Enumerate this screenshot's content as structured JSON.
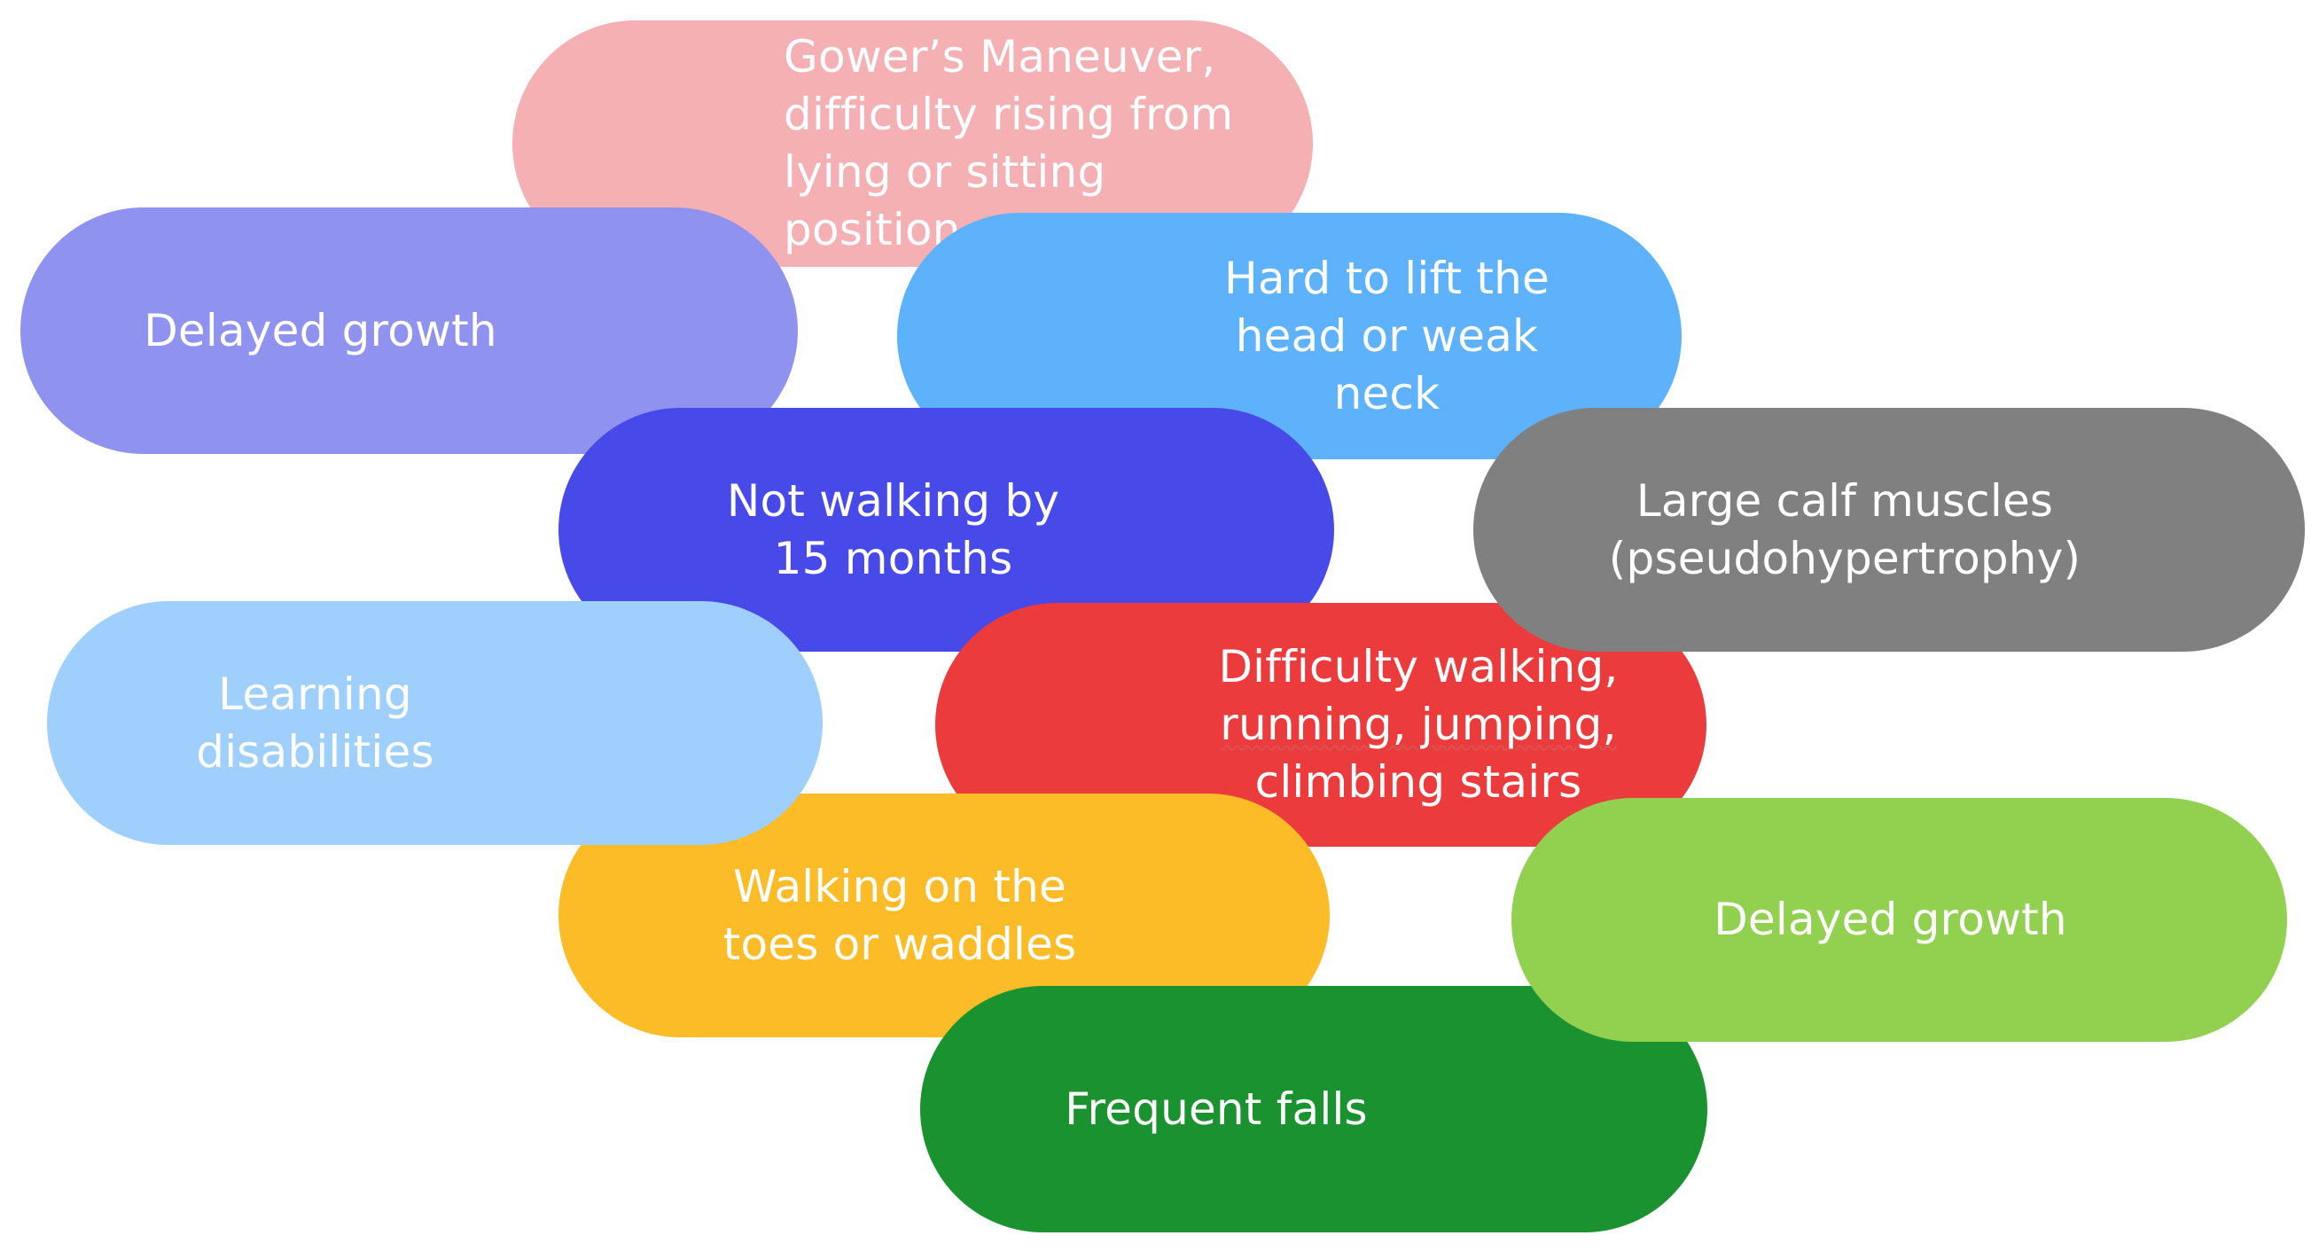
{
  "diagram": {
    "pills": {
      "gowers": {
        "lines": [
          "Gower’s Maneuver,",
          "difficulty rising from",
          "lying or sitting",
          "position"
        ],
        "color": "#f5b0b4"
      },
      "hard_lift": {
        "lines": [
          "Hard to lift the",
          "head or weak",
          "neck"
        ],
        "color": "#5db2fb"
      },
      "delayed_1": {
        "lines": [
          "Delayed growth"
        ],
        "color": "#8f93ef"
      },
      "not_walking": {
        "lines": [
          "Not walking by",
          "15 months"
        ],
        "color": "#4749e8"
      },
      "large_calf": {
        "lines": [
          "Large calf muscles",
          "(pseudohypertrophy)"
        ],
        "color": "#808080"
      },
      "difficulty": {
        "lines": [
          "Difficulty walking,",
          "running, jumping,",
          "climbing stairs"
        ],
        "color": "#ec3b3c"
      },
      "learning": {
        "lines": [
          "Learning",
          "disabilities"
        ],
        "color": "#9fd0fd"
      },
      "walking_toes": {
        "lines": [
          "Walking on the",
          "toes or waddles"
        ],
        "color": "#fbbc27"
      },
      "delayed_2": {
        "lines": [
          "Delayed growth"
        ],
        "color": "#92d050"
      },
      "frequent": {
        "lines": [
          "Frequent falls"
        ],
        "color": "#1a922f"
      }
    }
  }
}
